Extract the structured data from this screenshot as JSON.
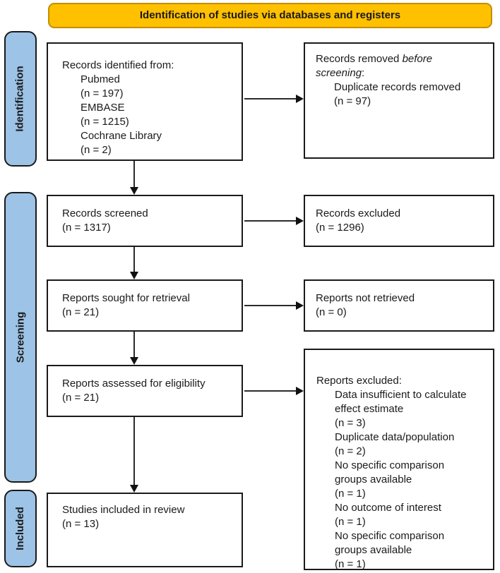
{
  "banner": {
    "label": "Identification of studies via databases and registers"
  },
  "stages": [
    {
      "label": "Identification"
    },
    {
      "label": "Screening"
    },
    {
      "label": "Included"
    }
  ],
  "boxes": {
    "identified": {
      "title": "Records identified from:",
      "items": [
        "Pubmed",
        "(n = 197)",
        "EMBASE",
        "(n = 1215)",
        "Cochrane Library",
        "(n = 2)"
      ]
    },
    "removed": {
      "title_prefix": "Records removed ",
      "title_italic": "before screening",
      "title_suffix": ":",
      "items": [
        "Duplicate records removed",
        "(n = 97)"
      ]
    },
    "screened": {
      "lines": [
        "Records screened",
        "(n = 1317)"
      ]
    },
    "records_excluded": {
      "lines": [
        "Records excluded",
        "(n = 1296)"
      ]
    },
    "sought": {
      "lines": [
        "Reports sought for retrieval",
        "(n = 21)"
      ]
    },
    "not_retrieved": {
      "lines": [
        "Reports not retrieved",
        "(n = 0)"
      ]
    },
    "assessed": {
      "lines": [
        "Reports assessed for eligibility",
        "(n = 21)"
      ]
    },
    "reports_excluded": {
      "title": "Reports excluded:",
      "reasons": [
        {
          "lines": [
            "Data insufficient to calculate",
            "effect estimate",
            "(n = 3)"
          ]
        },
        {
          "lines": [
            "Duplicate data/population",
            "(n = 2)"
          ]
        },
        {
          "lines": [
            "No specific comparison",
            "groups available",
            "(n = 1)"
          ]
        },
        {
          "lines": [
            "No outcome of interest",
            "(n = 1)"
          ]
        },
        {
          "lines": [
            "No specific comparison",
            "groups available",
            "(n = 1)"
          ]
        }
      ]
    },
    "included_review": {
      "lines": [
        "Studies included in review",
        "(n = 13)"
      ]
    }
  },
  "colors": {
    "banner_bg": "#FFC000",
    "banner_border": "#C28F00",
    "stage_bg": "#9DC3E6",
    "box_border": "#1a1a1a"
  }
}
